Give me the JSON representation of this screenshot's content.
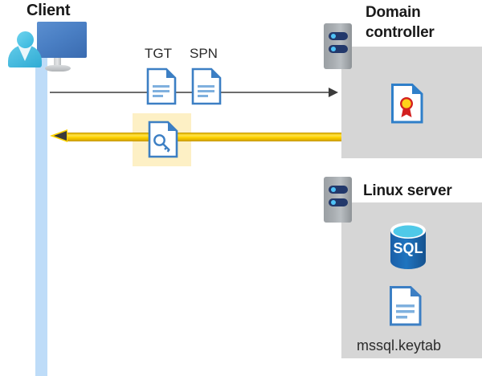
{
  "diagram": {
    "type": "kerberos-authentication-flow",
    "nodes": {
      "client": {
        "title": "Client",
        "icon": "client-workstation-icon"
      },
      "domain_controller": {
        "title": "Domain controller",
        "title_line1": "Domain",
        "title_line2": "controller",
        "icon": "server-rack-icon",
        "contents": [
          {
            "label": "",
            "icon": "certificate-document-icon"
          }
        ]
      },
      "linux_server": {
        "title": "Linux server",
        "icon": "server-rack-icon",
        "contents": [
          {
            "label": "",
            "icon": "sql-database-icon",
            "text": "SQL"
          },
          {
            "label": "mssql.keytab",
            "icon": "keytab-document-icon"
          }
        ]
      }
    },
    "messages": [
      {
        "direction": "client-to-domain-controller",
        "style": "gray-arrow",
        "artifacts": [
          {
            "label": "TGT",
            "icon": "document-icon"
          },
          {
            "label": "SPN",
            "icon": "document-icon"
          }
        ]
      },
      {
        "direction": "domain-controller-to-client",
        "style": "yellow-arrow",
        "highlighted": true,
        "artifacts": [
          {
            "label": "",
            "icon": "key-document-icon"
          }
        ]
      }
    ],
    "colors": {
      "panel_gray": "#d6d6d6",
      "lifeline_blue": "#bedcf8",
      "highlight_yellow": "#fdf0c5",
      "arrow_yellow": "#ffd400",
      "arrow_gray": "#6d6d6d",
      "doc_blue": "#3c7fc4",
      "sql_blue": "#1a6bb5",
      "server_navy": "#22386b",
      "title_black": "#1a1a1a"
    }
  },
  "labels": {
    "sql_text": "SQL"
  }
}
